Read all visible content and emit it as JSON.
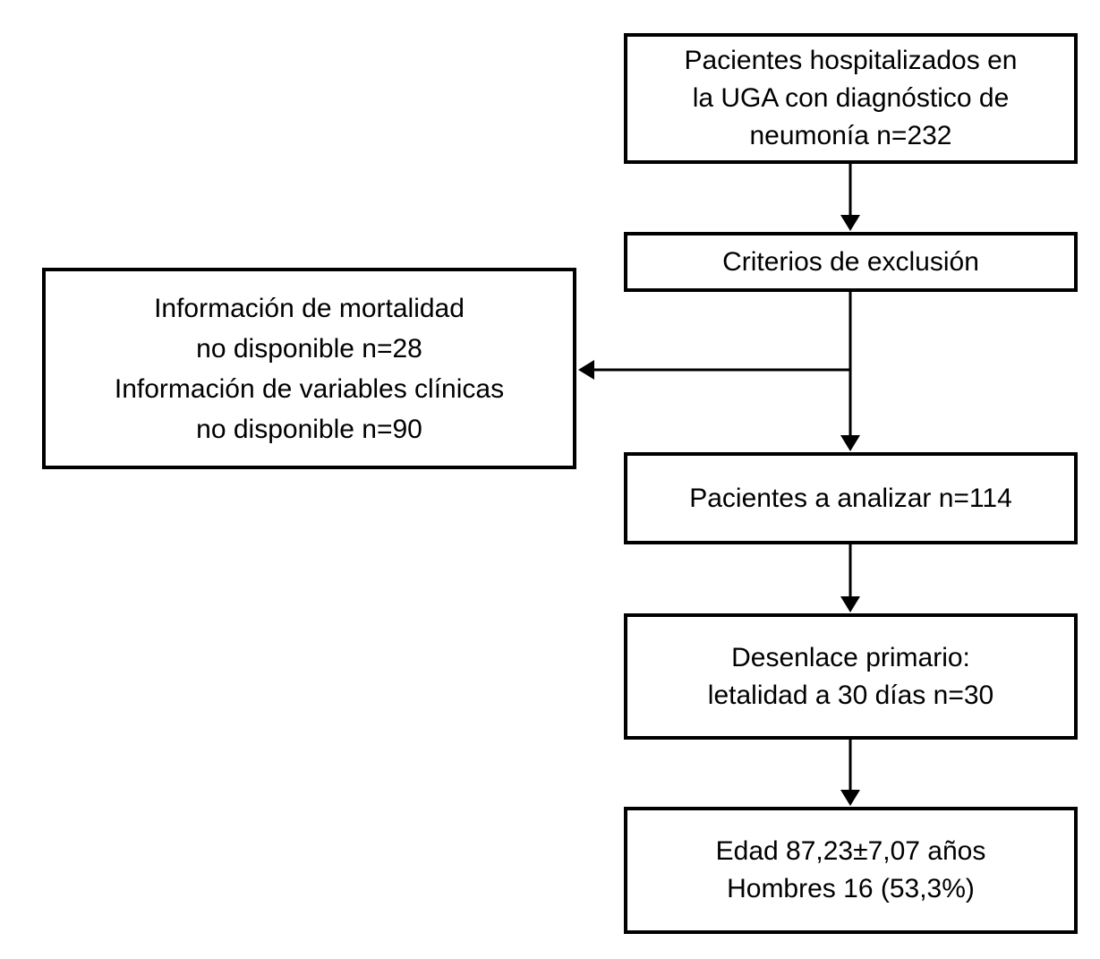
{
  "diagram": {
    "type": "flowchart",
    "colors": {
      "ink": "#000000",
      "background": "#ffffff"
    },
    "boxes": {
      "hospitalized": {
        "text": "Pacientes hospitalizados en\nla UGA con diagnóstico de\nneumonía n=232"
      },
      "exclusion": {
        "text": "Criterios de exclusión"
      },
      "excluded_info": {
        "text": "Información de mortalidad\nno disponible n=28\nInformación de variables clínicas\nno disponible n=90"
      },
      "analyzed": {
        "text": "Pacientes a analizar n=114"
      },
      "primary_outcome": {
        "text": "Desenlace primario:\nletalidad a 30 días n=30"
      },
      "demographics": {
        "text": "Edad 87,23±7,07 años\nHombres 16 (53,3%)"
      }
    }
  }
}
